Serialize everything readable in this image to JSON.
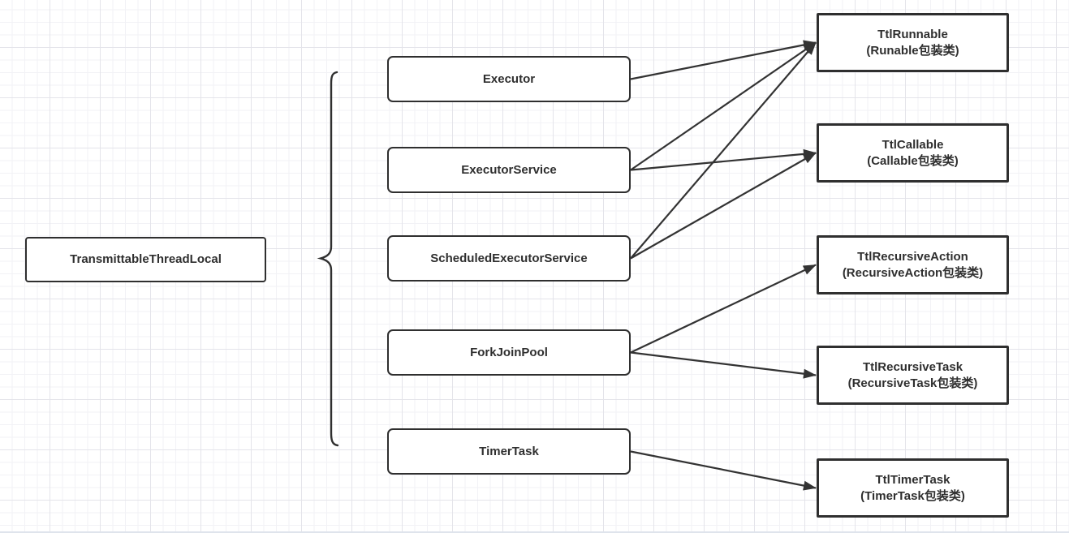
{
  "diagram": {
    "root": {
      "id": "transmittable-thread-local",
      "label": "TransmittableThreadLocal"
    },
    "executors": [
      {
        "id": "executor",
        "label": "Executor"
      },
      {
        "id": "executor-service",
        "label": "ExecutorService"
      },
      {
        "id": "scheduled-executor-service",
        "label": "ScheduledExecutorService"
      },
      {
        "id": "fork-join-pool",
        "label": "ForkJoinPool"
      },
      {
        "id": "timer-task",
        "label": "TimerTask"
      }
    ],
    "wrappers": [
      {
        "id": "ttl-runnable",
        "title": "TtlRunnable",
        "subtitle": "(Runable包装类)"
      },
      {
        "id": "ttl-callable",
        "title": "TtlCallable",
        "subtitle": "(Callable包装类)"
      },
      {
        "id": "ttl-recursive-action",
        "title": "TtlRecursiveAction",
        "subtitle": "(RecursiveAction包装类)"
      },
      {
        "id": "ttl-recursive-task",
        "title": "TtlRecursiveTask",
        "subtitle": "(RecursiveTask包装类)"
      },
      {
        "id": "ttl-timer-task",
        "title": "TtlTimerTask",
        "subtitle": "(TimerTask包装类)"
      }
    ],
    "edges": [
      {
        "from": "executor",
        "to": "ttl-runnable"
      },
      {
        "from": "executor-service",
        "to": "ttl-runnable"
      },
      {
        "from": "executor-service",
        "to": "ttl-callable"
      },
      {
        "from": "scheduled-executor-service",
        "to": "ttl-runnable"
      },
      {
        "from": "scheduled-executor-service",
        "to": "ttl-callable"
      },
      {
        "from": "fork-join-pool",
        "to": "ttl-recursive-action"
      },
      {
        "from": "fork-join-pool",
        "to": "ttl-recursive-task"
      },
      {
        "from": "timer-task",
        "to": "ttl-timer-task"
      }
    ],
    "colors": {
      "stroke": "#333333",
      "box_border": "#2f2f2f",
      "text": "#2f2f2f",
      "background": "#ffffff",
      "grid_minor": "#f2f2f6",
      "grid_major": "#e4e4ea"
    }
  }
}
